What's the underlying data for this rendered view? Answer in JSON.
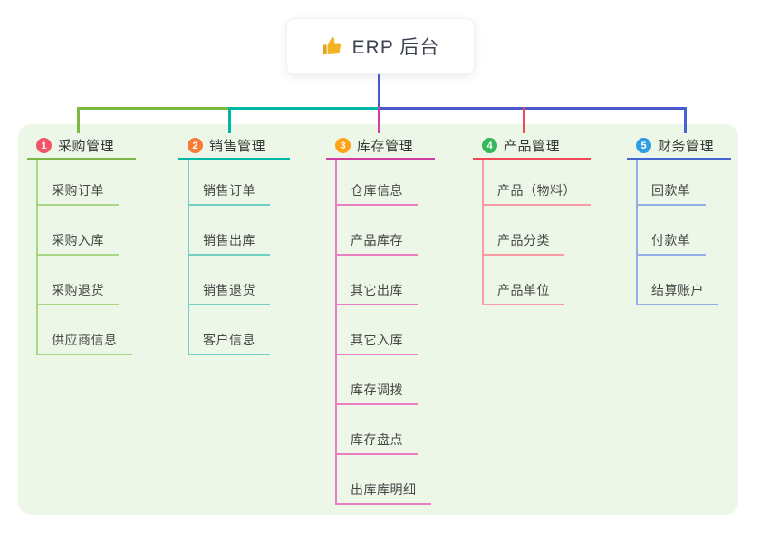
{
  "root": {
    "label": "ERP 后台",
    "icon": "thumbs-up",
    "icon_color": "#f2b521"
  },
  "canvas": {
    "background": "#ffffff",
    "panel_bg": "#edf7e7"
  },
  "connectors": {
    "trunk_color": "#4a5bc8"
  },
  "branches": [
    {
      "badge": "1",
      "label": "采购管理",
      "badge_color": "#f25566",
      "line_color": "#7cb843",
      "child_line_color": "#a9d585",
      "children": [
        "采购订单",
        "采购入库",
        "采购退货",
        "供应商信息"
      ]
    },
    {
      "badge": "2",
      "label": "销售管理",
      "badge_color": "#f97b38",
      "line_color": "#00b8a5",
      "child_line_color": "#72cfc3",
      "children": [
        "销售订单",
        "销售出库",
        "销售退货",
        "客户信息"
      ]
    },
    {
      "badge": "3",
      "label": "库存管理",
      "badge_color": "#ffa217",
      "line_color": "#cf3da1",
      "child_line_color": "#e97fc2",
      "children": [
        "仓库信息",
        "产品库存",
        "其它出库",
        "其它入库",
        "库存调拨",
        "库存盘点",
        "出库库明细"
      ]
    },
    {
      "badge": "4",
      "label": "产品管理",
      "badge_color": "#35b857",
      "line_color": "#f04858",
      "child_line_color": "#f89ba3",
      "children": [
        "产品（物料）",
        "产品分类",
        "产品单位"
      ]
    },
    {
      "badge": "5",
      "label": "财务管理",
      "badge_color": "#2d9fe0",
      "line_color": "#4565d4",
      "child_line_color": "#97aee4",
      "children": [
        "回款单",
        "付款单",
        "结算账户"
      ]
    }
  ]
}
